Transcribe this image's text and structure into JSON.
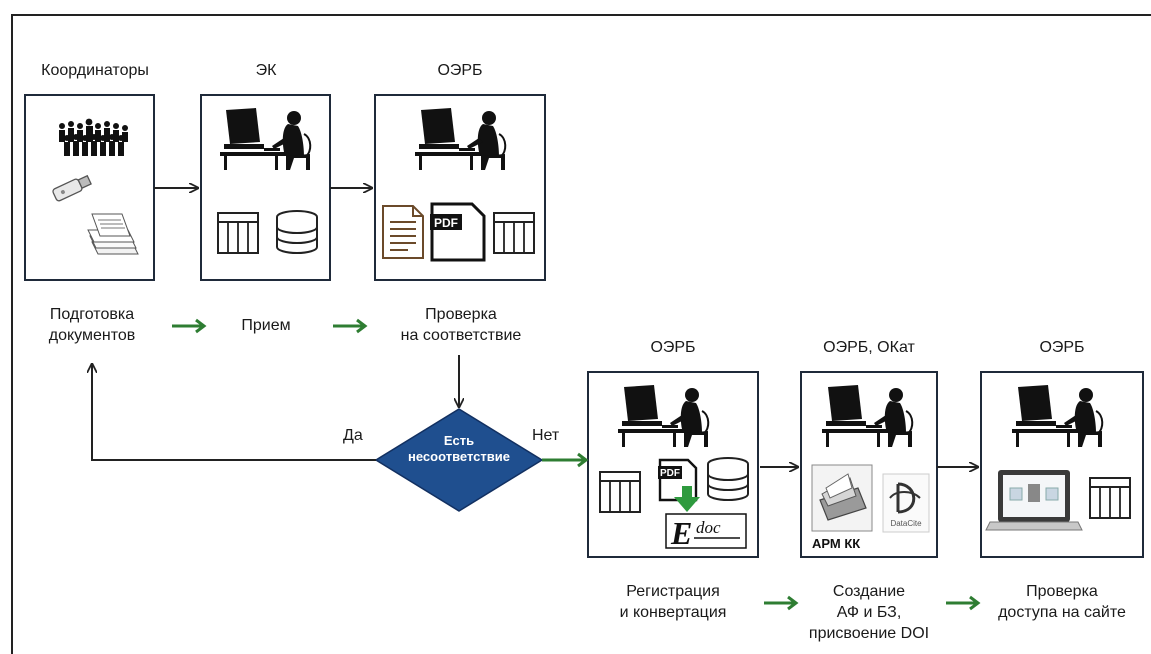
{
  "top_row": {
    "roles": [
      "Координаторы",
      "ЭК",
      "ОЭРБ"
    ],
    "steps": [
      {
        "line1": "Подготовка",
        "line2": "документов"
      },
      {
        "line1": "Прием",
        "line2": ""
      },
      {
        "line1": "Проверка",
        "line2": "на соответствие"
      }
    ]
  },
  "decision": {
    "line1": "Есть",
    "line2": "несоответствие",
    "yes_label": "Да",
    "no_label": "Нет"
  },
  "bottom_row": {
    "roles": [
      "ОЭРБ",
      "ОЭРБ, ОКат",
      "ОЭРБ"
    ],
    "steps": [
      {
        "line1": "Регистрация",
        "line2": "и конвертация",
        "line3": ""
      },
      {
        "line1": "Создание",
        "line2": "АФ и БЗ,",
        "line3": "присвоение  DOI"
      },
      {
        "line1": "Проверка",
        "line2": "доступа  на сайте",
        "line3": ""
      }
    ]
  },
  "icons": {
    "pdf_label": "PDF",
    "edoc_label": "Edoc",
    "arm_label": "АРМ КК",
    "datacite_label": "DataCite"
  },
  "colors": {
    "decision_fill": "#1f4f8f",
    "green_arrow": "#2e7d32",
    "line": "#222222"
  }
}
